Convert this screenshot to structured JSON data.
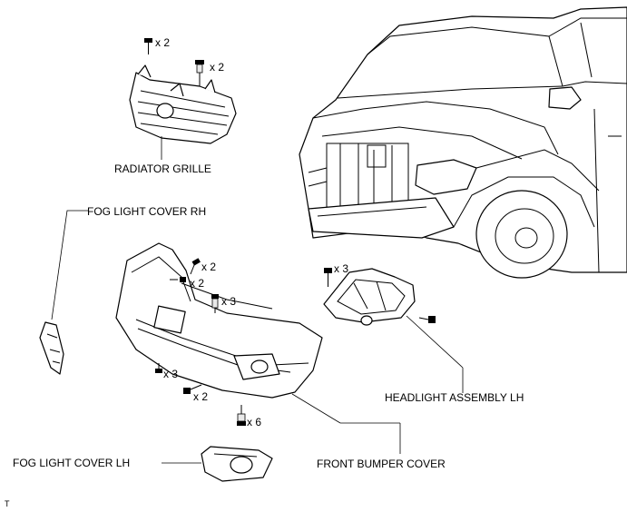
{
  "labels": {
    "radiator_grille": "RADIATOR GRILLE",
    "fog_light_cover_rh": "FOG LIGHT COVER RH",
    "fog_light_cover_lh": "FOG LIGHT COVER LH",
    "front_bumper_cover": "FRONT BUMPER COVER",
    "headlight_assembly_lh": "HEADLIGHT ASSEMBLY LH"
  },
  "fastener_counts": {
    "grille_screw": "x 2",
    "grille_clip": "x 2",
    "bumper_screw_top_a": "x 2",
    "bumper_screw_top_b": "x 2",
    "bumper_clip_top": "x 3",
    "bumper_screw_left": "x 3",
    "bumper_screw_lower": "x 2",
    "bumper_clip_bottom": "x 6",
    "headlight_bolt": "x 3"
  },
  "corner_mark": "T"
}
